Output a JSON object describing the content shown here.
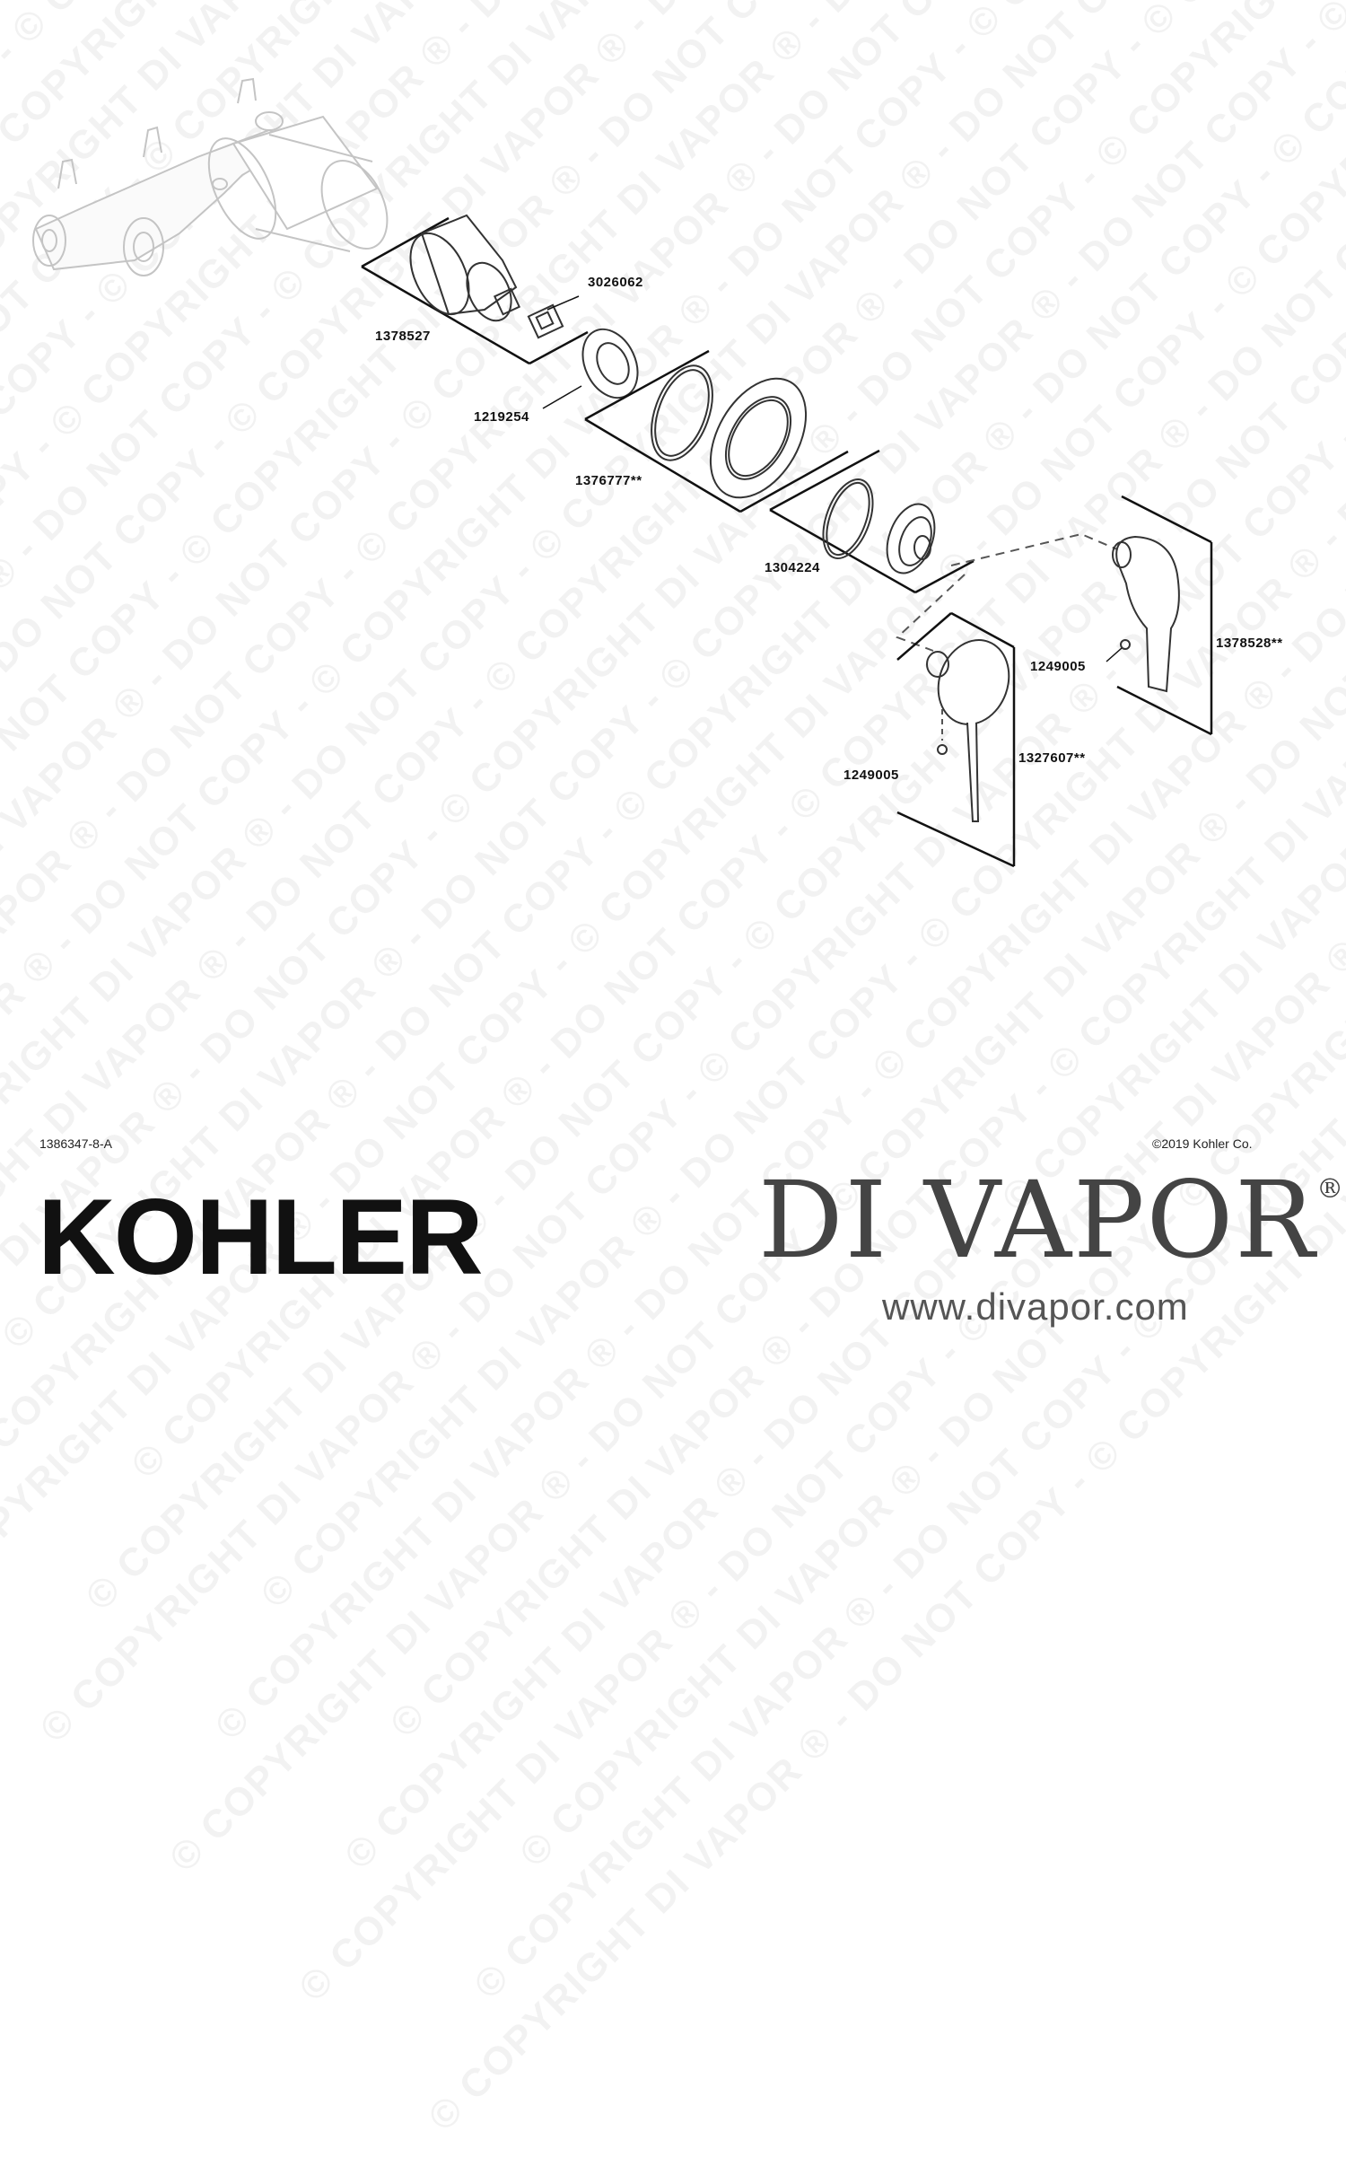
{
  "watermark": {
    "text": "© COPYRIGHT DI VAPOR ® - DO NOT COPY - "
  },
  "parts": {
    "p3026062": "3026062",
    "p1378527": "1378527",
    "p1219254": "1219254",
    "p1376777": "1376777**",
    "p1304224": "1304224",
    "p1378528": "1378528**",
    "p1249005_a": "1249005",
    "p1249005_b": "1249005",
    "p1327607": "1327607**"
  },
  "footer": {
    "drawing_number": "1386347-8-A",
    "copyright": "©2019 Kohler Co."
  },
  "brand": {
    "kohler": "KOHLER",
    "divapor": "DI VAPOR",
    "divapor_reg": "®",
    "divapor_url": "www.divapor.com"
  }
}
